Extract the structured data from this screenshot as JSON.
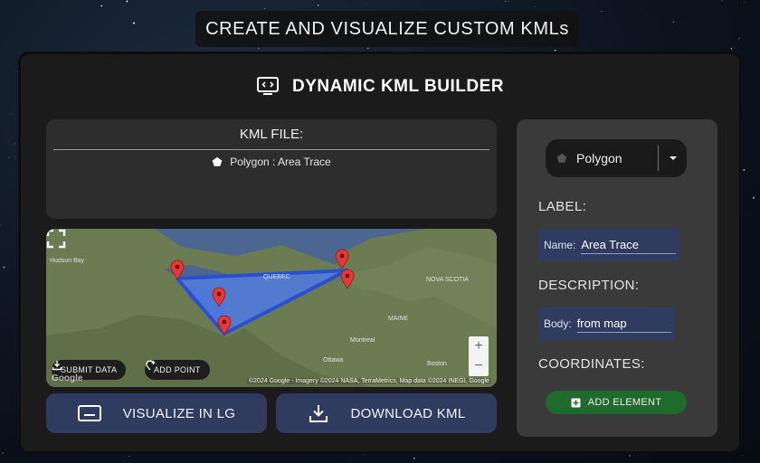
{
  "banner": {
    "title": "CREATE AND VISUALIZE CUSTOM KMLs"
  },
  "app": {
    "title": "DYNAMIC KML BUILDER",
    "title_icon": "monitor-code-icon"
  },
  "kml_file": {
    "heading": "KML FILE:",
    "entry_icon": "pentagon-icon",
    "entry": "Polygon : Area Trace"
  },
  "map": {
    "labels": {
      "hudson_bay": "Hudson Bay",
      "quebec": "QUEBEC",
      "nova_scotia": "NOVA SCOTIA",
      "maine": "MAINE",
      "montreal": "Montreal",
      "ottawa": "Ottawa",
      "boston": "Boston",
      "google": "Google"
    },
    "attribution": "©2024 Google - Imagery ©2024 NASA, TerraMetrics, Map data ©2024 INEGI, Google",
    "buttons": {
      "submit": "SUBMIT DATA",
      "add_point": "ADD POINT"
    },
    "zoom_in": "+",
    "zoom_out": "−",
    "polygon_fill": "#4d7be6",
    "polygon_stroke": "#2a4fd1",
    "marker_color": "#e53935"
  },
  "actions": {
    "visualize": "VISUALIZE IN LG",
    "download": "DOWNLOAD KML"
  },
  "side": {
    "type_select": {
      "value": "Polygon",
      "icon": "pentagon-icon"
    },
    "label_heading": "LABEL:",
    "name_prefix": "Name:",
    "name_value": "Area Trace",
    "description_heading": "DESCRIPTION:",
    "body_prefix": "Body:",
    "body_value": "from map",
    "coordinates_heading": "COORDINATES:",
    "add_element": "ADD ELEMENT"
  },
  "colors": {
    "accent_blue": "#2f3b5f",
    "add_green": "#1f6b2d",
    "panel": "#2d2d2d"
  }
}
